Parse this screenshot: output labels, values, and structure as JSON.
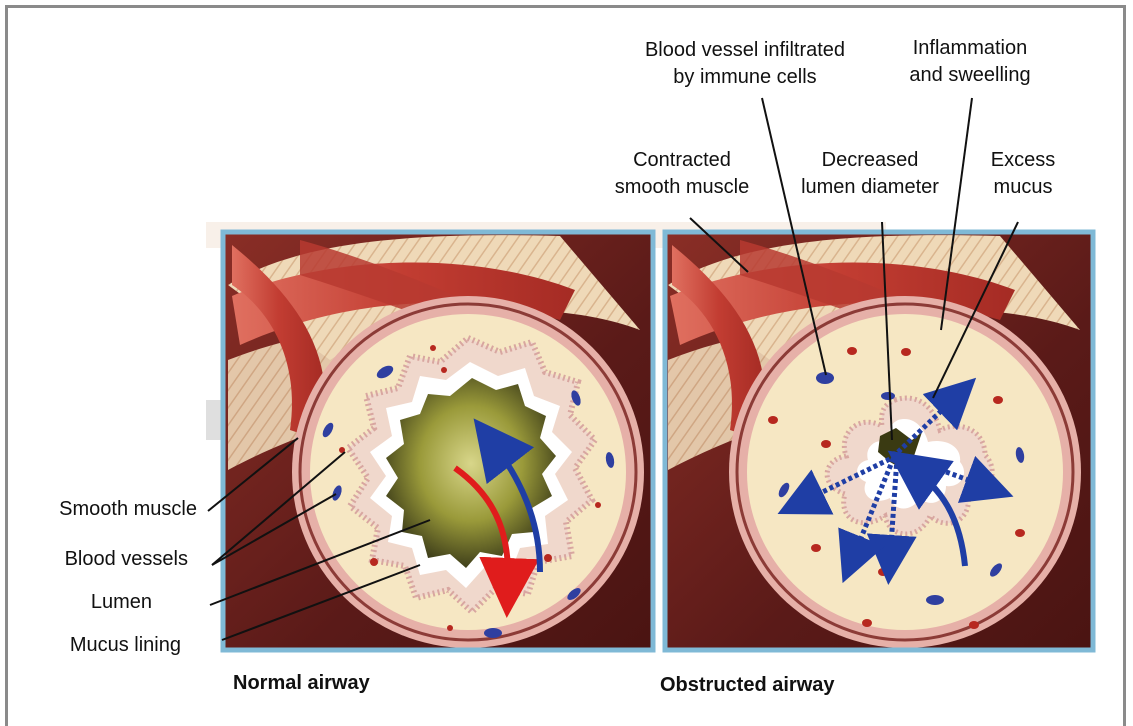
{
  "labels": {
    "smooth_muscle": "Smooth muscle",
    "blood_vessels": "Blood vessels",
    "lumen": "Lumen",
    "mucus_lining": "Mucus lining",
    "blood_vessel_infiltrated_1": "Blood vessel infiltrated",
    "blood_vessel_infiltrated_2": "by immune cells",
    "inflammation_1": "Inflammation",
    "inflammation_2": "and sweelling",
    "contracted_1": "Contracted",
    "contracted_2": "smooth muscle",
    "decreased_1": "Decreased",
    "decreased_2": "lumen diameter",
    "excess_1": "Excess",
    "excess_2": "mucus"
  },
  "captions": {
    "normal": "Normal airway",
    "obstructed": "Obstructed airway"
  },
  "colors": {
    "panel_border": "#7fb9d6",
    "background_dark": "#6b1f1c",
    "muscle": "#c9453a",
    "wall_tissue": "#f6e7c3",
    "vessel_blue": "#2f3fa0",
    "vessel_red": "#b7281f",
    "arrow_red": "#e01c1c",
    "arrow_blue": "#1f3ea5"
  }
}
